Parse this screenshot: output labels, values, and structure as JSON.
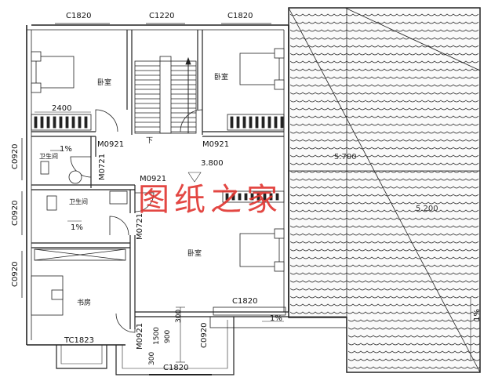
{
  "rooms": {
    "bedroom_nw": "卧室",
    "bedroom_ne": "卧室",
    "bath_upper": "卫生间",
    "bath_lower": "卫生间",
    "bedroom_center": "卧室",
    "study": "书房",
    "stair_down": "下"
  },
  "windows": {
    "top_left": "C1820",
    "top_center": "C1220",
    "top_right": "C1820",
    "balcony": "C1820",
    "bottom": "C1820",
    "left_upper": "C0920",
    "left_mid": "C0920",
    "left_lower": "C0920",
    "right_small": "C0920",
    "bay": "TC1823"
  },
  "doors": {
    "d1": "M0921",
    "d2": "M0921",
    "d3": "M0721",
    "d4": "M0921",
    "d5": "M0721",
    "d6": "M0921"
  },
  "dimensions": {
    "closet_width": "2400",
    "level": "3.800",
    "d1500": "1500",
    "d900": "900",
    "d300a": "300",
    "d300b": "300"
  },
  "slopes": {
    "bath_upper": "1%",
    "bath_lower": "1%",
    "balcony": "1%",
    "roof_right": "1%"
  },
  "roof": {
    "label_a": "5.700",
    "label_b": "5.200"
  },
  "watermark": "图纸之家"
}
